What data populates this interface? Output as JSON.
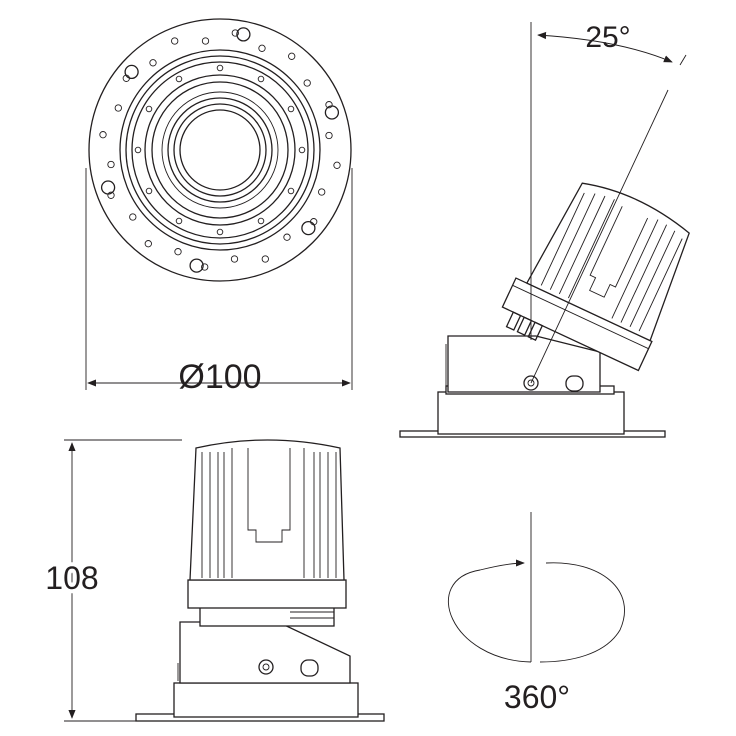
{
  "dimensions": {
    "diameter": "Ø100",
    "height": "108",
    "tilt_angle": "25°",
    "rotation_angle": "360°"
  },
  "colors": {
    "line": "#231f20",
    "background": "#ffffff"
  }
}
